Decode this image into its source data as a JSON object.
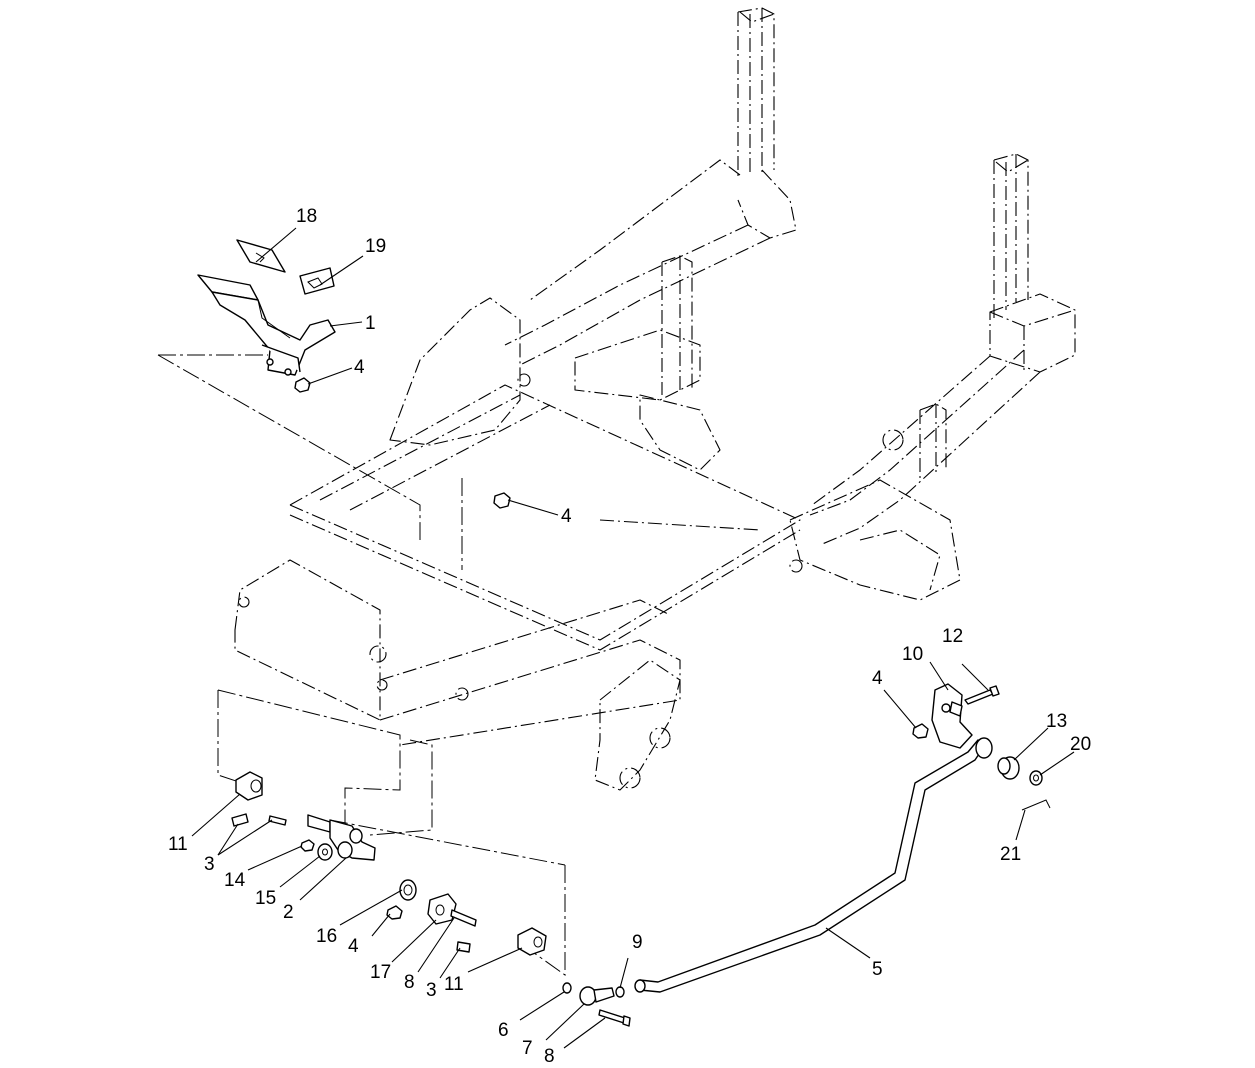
{
  "callouts": [
    {
      "label": "18"
    },
    {
      "label": "19"
    },
    {
      "label": "1"
    },
    {
      "label": "4"
    },
    {
      "label": "4"
    },
    {
      "label": "10"
    },
    {
      "label": "12"
    },
    {
      "label": "4"
    },
    {
      "label": "13"
    },
    {
      "label": "20"
    },
    {
      "label": "21"
    },
    {
      "label": "11"
    },
    {
      "label": "3"
    },
    {
      "label": "14"
    },
    {
      "label": "15"
    },
    {
      "label": "2"
    },
    {
      "label": "16"
    },
    {
      "label": "4"
    },
    {
      "label": "17"
    },
    {
      "label": "8"
    },
    {
      "label": "3"
    },
    {
      "label": "11"
    },
    {
      "label": "9"
    },
    {
      "label": "5"
    },
    {
      "label": "6"
    },
    {
      "label": "7"
    },
    {
      "label": "8"
    }
  ]
}
